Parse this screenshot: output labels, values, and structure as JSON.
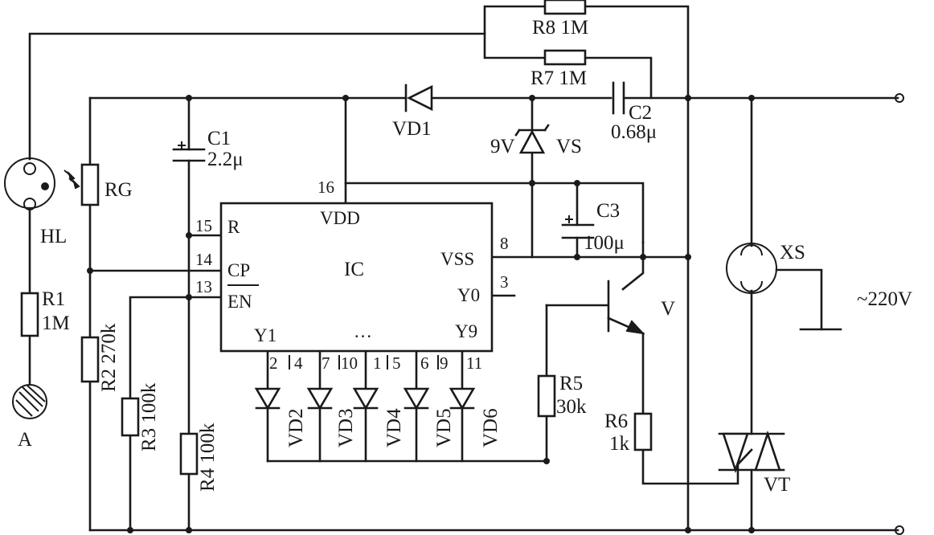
{
  "components": {
    "HL": "HL",
    "A": "A",
    "R1": "R1",
    "R1_value": "1M",
    "RG": "RG",
    "C1": "C1",
    "C1_value": "2.2μ",
    "R2": "R2 270k",
    "R3": "R3 100k",
    "R4": "R4 100k",
    "R8": "R8 1M",
    "R7": "R7 1M",
    "VD1": "VD1",
    "VS_voltage": "9V",
    "VS": "VS",
    "C2": "C2",
    "C2_value": "0.68μ",
    "C3": "C3",
    "C3_value": "100μ",
    "XS": "XS",
    "supply": "~220V",
    "V": "V",
    "R5": "R5",
    "R5_value": "30k",
    "R6": "R6",
    "R6_value": "1k",
    "VT": "VT",
    "VD2": "VD2",
    "VD3": "VD3",
    "VD4": "VD4",
    "VD5": "VD5",
    "VD6": "VD6"
  },
  "ic": {
    "name": "IC",
    "vdd": "VDD",
    "vss": "VSS",
    "r": "R",
    "cp": "CP",
    "en": "EN",
    "y0": "Y0",
    "y1": "Y1",
    "y9": "Y9",
    "dots": "…",
    "pins": {
      "p16": "16",
      "p15": "15",
      "p14": "14",
      "p13": "13",
      "p8": "8",
      "p3": "3",
      "p2": "2",
      "p4": "4",
      "p7": "7",
      "p10": "10",
      "p1": "1",
      "p5": "5",
      "p6": "6",
      "p9": "9",
      "p11": "11"
    }
  }
}
